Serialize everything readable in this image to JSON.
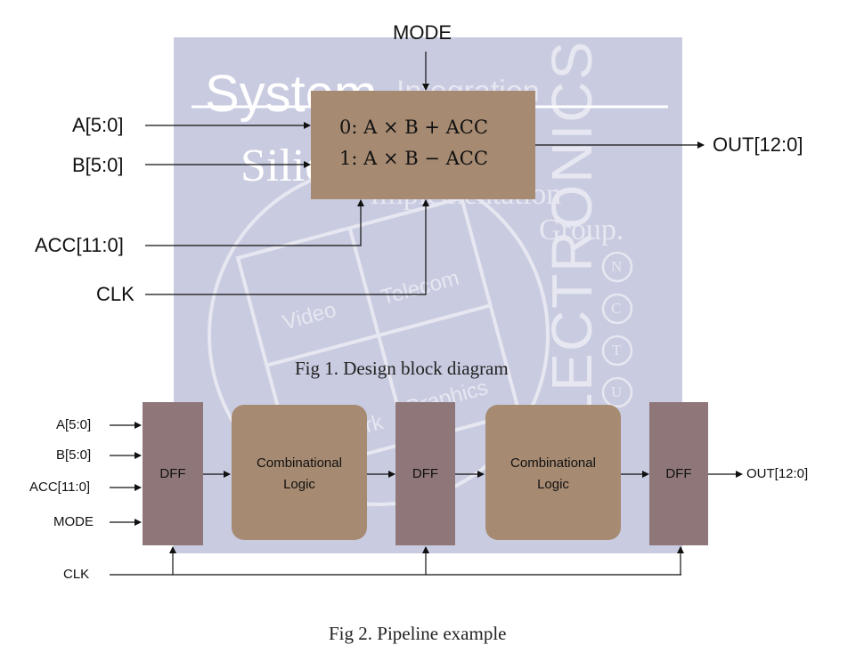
{
  "fig1": {
    "inputs": {
      "mode": "MODE",
      "a": "A[5:0]",
      "b": "B[5:0]",
      "acc": "ACC[11:0]",
      "clk": "CLK"
    },
    "output": "OUT[12:0]",
    "formula_line1": "0: A × B + ACC",
    "formula_line2": "1: A × B − ACC",
    "caption": "Fig 1. Design block diagram"
  },
  "fig2": {
    "inputs": {
      "a": "A[5:0]",
      "b": "B[5:0]",
      "acc": "ACC[11:0]",
      "mode": "MODE"
    },
    "dff_label": "DFF",
    "comb_label_line1": "Combinational",
    "comb_label_line2": "Logic",
    "output": "OUT[12:0]",
    "clk": "CLK",
    "caption": "Fig 2. Pipeline example"
  },
  "watermark": {
    "system": "System",
    "silicon": "Silicon",
    "integration": "Integration",
    "implementation": "Implementation",
    "group": "Group.",
    "electronics": "ELECTRONICS",
    "cells": [
      "Video",
      "Telecom",
      "Network",
      "Graphics"
    ],
    "badge_letters": [
      "N",
      "C",
      "T",
      "U"
    ]
  },
  "colors": {
    "watermark_bg": "#c9cbe0",
    "block_fill": "#a68a72",
    "dff_fill": "#8f7779"
  }
}
